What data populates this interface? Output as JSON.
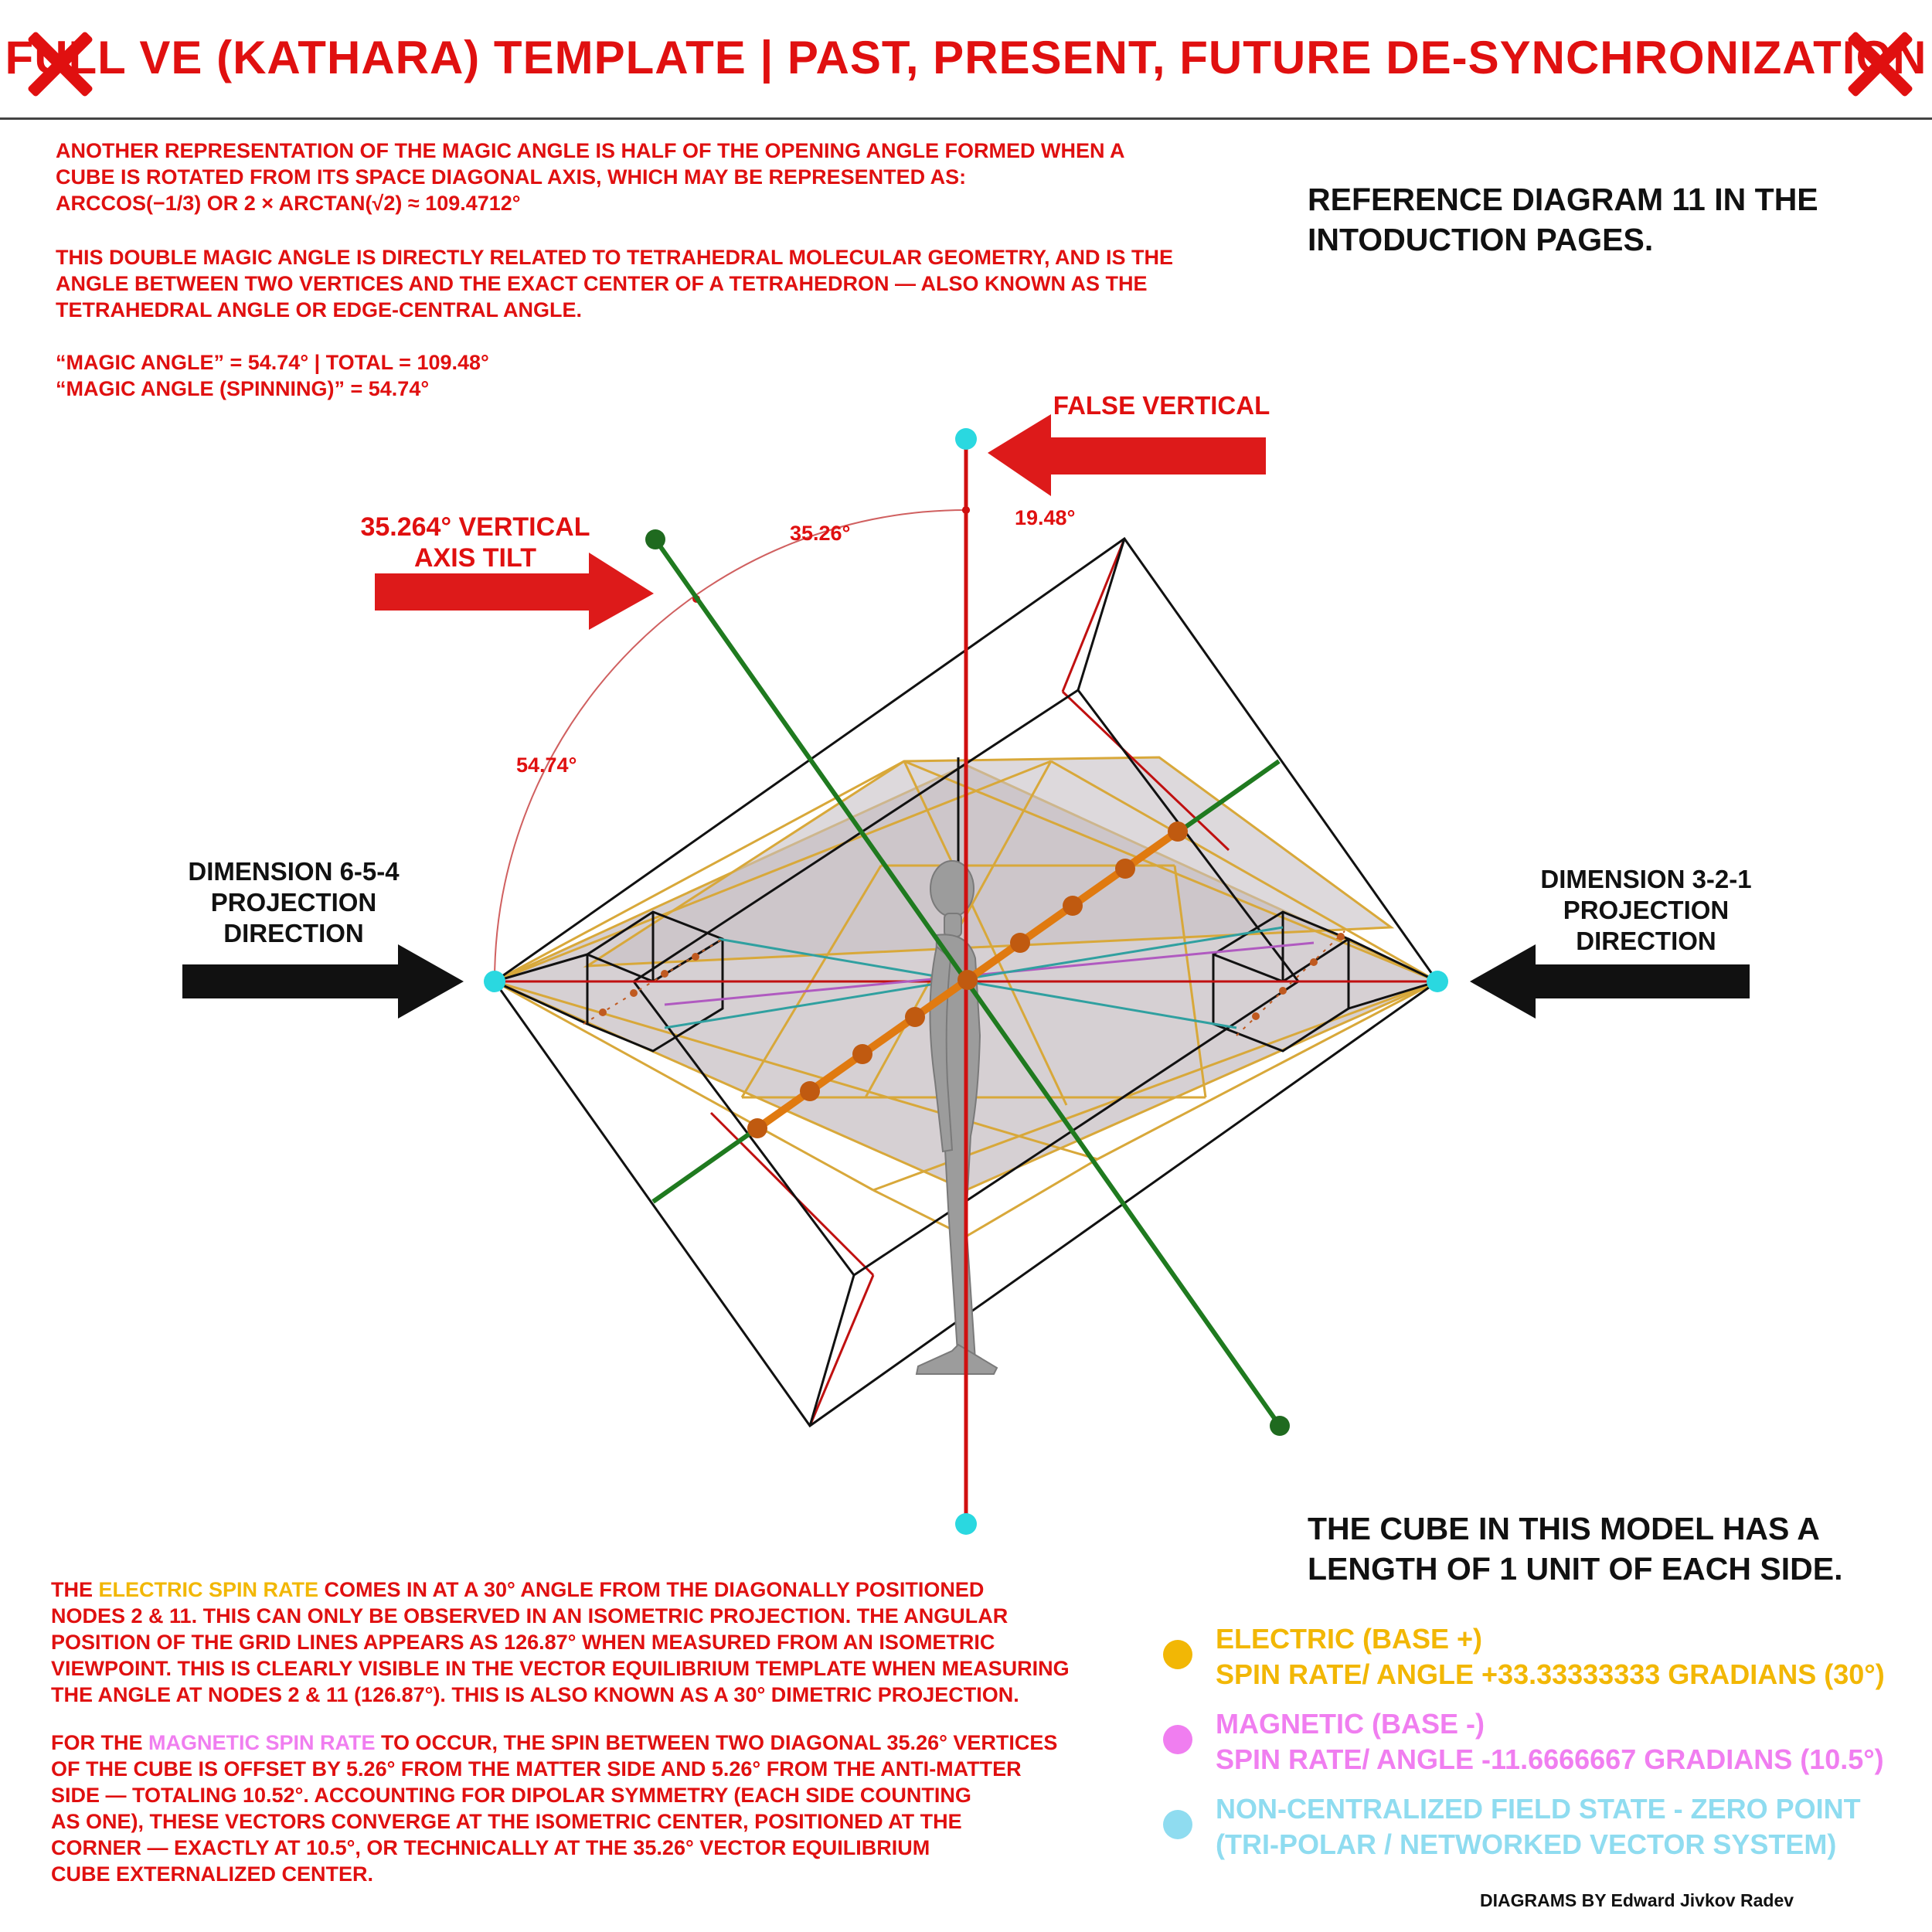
{
  "title": "FULL VE (KATHARA) TEMPLATE | PAST, PRESENT, FUTURE DE-SYNCHRONIZATION",
  "intro": {
    "p1": "ANOTHER REPRESENTATION OF THE MAGIC ANGLE IS HALF OF THE OPENING ANGLE FORMED WHEN A\nCUBE IS ROTATED FROM ITS SPACE DIAGONAL AXIS, WHICH MAY BE REPRESENTED AS:\nARCCOS(−1/3) OR 2 × ARCTAN(√2) ≈ 109.4712°",
    "p2": "THIS DOUBLE MAGIC ANGLE IS DIRECTLY RELATED TO TETRAHEDRAL MOLECULAR GEOMETRY, AND IS THE\nANGLE BETWEEN TWO VERTICES AND THE EXACT CENTER OF A TETRAHEDRON — ALSO KNOWN AS THE\nTETRAHEDRAL ANGLE OR EDGE-CENTRAL ANGLE.",
    "p3": "“MAGIC ANGLE” = 54.74° | TOTAL = 109.48°\n“MAGIC ANGLE (SPINNING)” = 54.74°"
  },
  "reference": "REFERENCE DIAGRAM 11 IN THE\nINTODUCTION PAGES.",
  "labels": {
    "false_vertical": "FALSE VERTICAL",
    "axis_tilt": "35.264° VERTICAL\nAXIS TILT",
    "dim_left": "DIMENSION 6-5-4\nPROJECTION\nDIRECTION",
    "dim_right": "DIMENSION 3-2-1\nPROJECTION\nDIRECTION",
    "angle_3526": "35.26°",
    "angle_1948": "19.48°",
    "angle_5474": "54.74°"
  },
  "cube_note": "THE CUBE IN THIS MODEL HAS A\nLENGTH OF 1 UNIT OF EACH SIDE.",
  "electric_para": {
    "pre": "THE ",
    "highlight": "ELECTRIC SPIN RATE",
    "post": " COMES IN AT A 30° ANGLE FROM THE DIAGONALLY POSITIONED\nNODES 2 & 11. THIS CAN ONLY BE OBSERVED IN AN ISOMETRIC PROJECTION. THE ANGULAR\nPOSITION OF THE GRID LINES APPEARS AS 126.87° WHEN MEASURED FROM AN ISOMETRIC\nVIEWPOINT. THIS IS CLEARLY VISIBLE IN THE VECTOR EQUILIBRIUM TEMPLATE WHEN MEASURING\nTHE ANGLE AT NODES 2 & 11 (126.87°). THIS IS ALSO KNOWN AS A 30° DIMETRIC PROJECTION."
  },
  "magnetic_para": {
    "pre": "FOR THE ",
    "highlight": "MAGNETIC SPIN RATE",
    "post": " TO OCCUR, THE SPIN BETWEEN TWO DIAGONAL 35.26° VERTICES\nOF THE CUBE IS OFFSET BY 5.26° FROM THE MATTER SIDE AND 5.26° FROM THE ANTI-MATTER\nSIDE — TOTALING 10.52°. ACCOUNTING FOR DIPOLAR SYMMETRY (EACH SIDE COUNTING\nAS ONE), THESE VECTORS CONVERGE AT THE ISOMETRIC CENTER, POSITIONED AT THE\nCORNER — EXACTLY AT 10.5°, OR TECHNICALLY AT THE 35.26° VECTOR EQUILIBRIUM\nCUBE EXTERNALIZED CENTER."
  },
  "legend": [
    {
      "text": "ELECTRIC (BASE +)\nSPIN RATE/ ANGLE +33.33333333 GRADIANS (30°)",
      "color": "#f2b705"
    },
    {
      "text": "MAGNETIC (BASE -)\nSPIN RATE/ ANGLE -11.6666667 GRADIANS (10.5°)",
      "color": "#f07ef0"
    },
    {
      "text": "NON-CENTRALIZED FIELD STATE - ZERO POINT\n(TRI-POLAR / NETWORKED VECTOR SYSTEM)",
      "color": "#8fdcf0"
    }
  ],
  "credit": "DIAGRAMS BY Edward Jivkov Radev",
  "colors": {
    "accent": "#e01010",
    "electric": "#f2b705",
    "magnetic": "#f07ef0",
    "zero_point": "#8fdcf0",
    "axis_green": "#1f7a1f",
    "spin_orange": "#e07a10"
  }
}
